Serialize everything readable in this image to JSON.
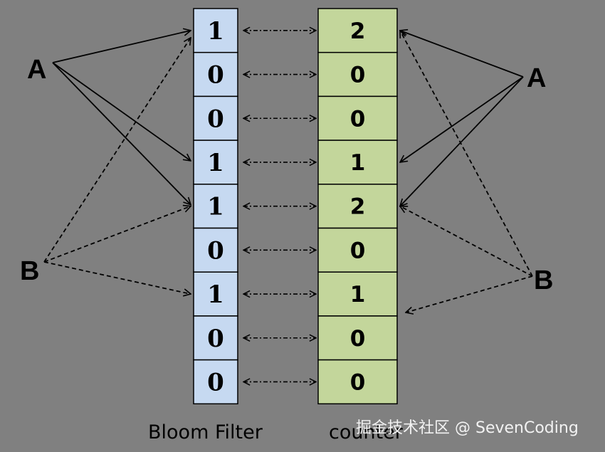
{
  "bloom_filter": {
    "bits": [
      "1",
      "0",
      "0",
      "1",
      "1",
      "0",
      "1",
      "0",
      "0"
    ],
    "caption": "Bloom Filter",
    "fill_color": "#c6d9f1"
  },
  "counter": {
    "values": [
      "2",
      "0",
      "0",
      "1",
      "2",
      "0",
      "1",
      "0",
      "0"
    ],
    "caption": "counter",
    "fill_color": "#c3d69b"
  },
  "labels": {
    "left_a": "A",
    "left_b": "B",
    "right_a": "A",
    "right_b": "B"
  },
  "edges": {
    "left_a_targets": [
      0,
      3,
      4
    ],
    "left_b_targets": [
      0,
      4,
      6
    ],
    "right_a_targets": [
      0,
      3,
      4
    ],
    "right_b_targets": [
      0,
      4,
      6
    ]
  },
  "watermark": "掘金技术社区 @ SevenCoding",
  "background_color": "#808080"
}
